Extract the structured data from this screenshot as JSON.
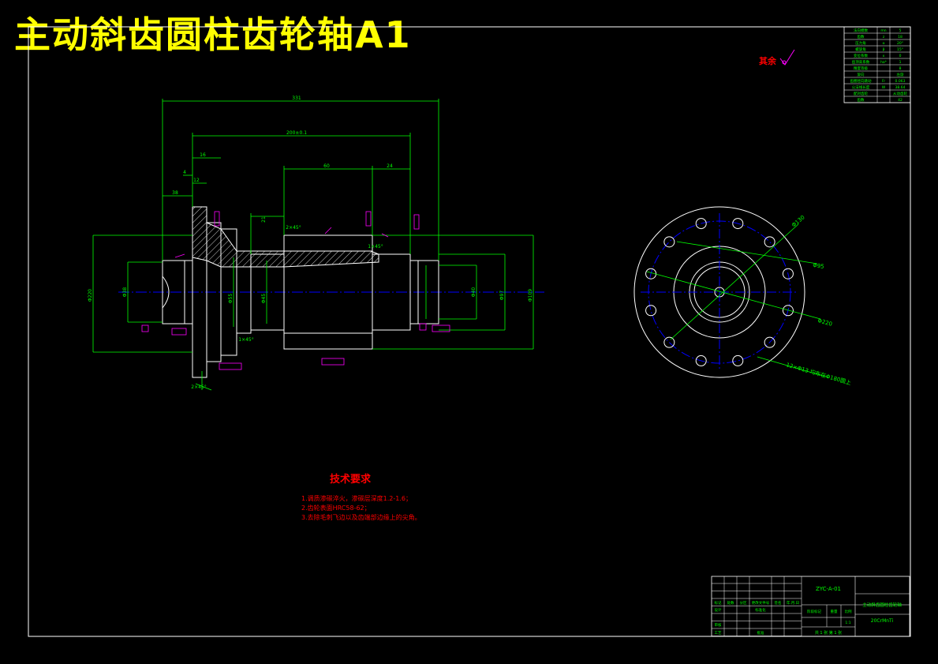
{
  "title": "主动斜齿圆柱齿轮轴A1",
  "roughness_note": "其余",
  "tech": {
    "heading": "技术要求",
    "lines": [
      "1.调质渗碳淬火，渗碳层深度1.2-1.6；",
      "2.齿轮表面HRC58-62；",
      "3.去除毛刺飞边以及齿端部边缘上的尖角。"
    ]
  },
  "dims": {
    "overall": "331",
    "inner_long": "200±0.1",
    "gear_width": "60",
    "right_step": "24",
    "flange_a": "38",
    "flange_b": "16",
    "flange_c": "12",
    "flange_d": "4",
    "shoulder": "21",
    "chamfer1": "2×45°",
    "chamfer2": "1×45°",
    "dia_left": "Φ38",
    "dia_right": "Φ40",
    "dia_mid": "Φ55",
    "dia_flange": "Φ220",
    "dia_body": "Φ45",
    "dia_outer": "Φ97",
    "dia_gear": "Φ109",
    "pcd_label": "Φ130",
    "bore_label": "Φ95",
    "hole_label": "12×Φ13  均布在Φ180圆上"
  },
  "gear_table": {
    "rows": [
      [
        "法向模数",
        "mn",
        "5"
      ],
      [
        "齿数",
        "z",
        "18"
      ],
      [
        "压力角",
        "α",
        "20°"
      ],
      [
        "螺旋角",
        "β",
        "15°"
      ],
      [
        "变位系数",
        "x",
        "0"
      ],
      [
        "齿顶高系数",
        "ha*",
        "1"
      ],
      [
        "精度等级",
        "",
        "8"
      ],
      [
        "旋向",
        "",
        "左旋"
      ],
      [
        "齿圈径向跳动",
        "Fr",
        "0.063"
      ],
      [
        "公法线长度",
        "W",
        "38.64"
      ],
      [
        "配对齿轮",
        "",
        "从动齿轮"
      ],
      [
        "齿数",
        "",
        "42"
      ]
    ]
  },
  "title_block": {
    "drawing_no": "ZYC-A-01",
    "part_name": "主动斜齿圆柱齿轮轴",
    "material": "20CrMnTi",
    "scale": "1:1",
    "sheet": "共 1 张   第 1 张",
    "header_cells": [
      "标记",
      "处数",
      "分区",
      "更改文件号",
      "签名",
      "年.月.日"
    ],
    "role_labels": [
      "设计",
      "审核",
      "工艺"
    ],
    "std_label": "标准化",
    "approve_label": "批准",
    "stage_labels": [
      "阶段标记",
      "重量",
      "比例"
    ]
  },
  "colors": {
    "background": "#000000",
    "frame": "#ffffff",
    "outline": "#ffffff",
    "dimension": "#00ff00",
    "center": "#0000ff",
    "annotation": "#ff00ff",
    "tech_text": "#ff0000",
    "title": "#ffff00"
  }
}
